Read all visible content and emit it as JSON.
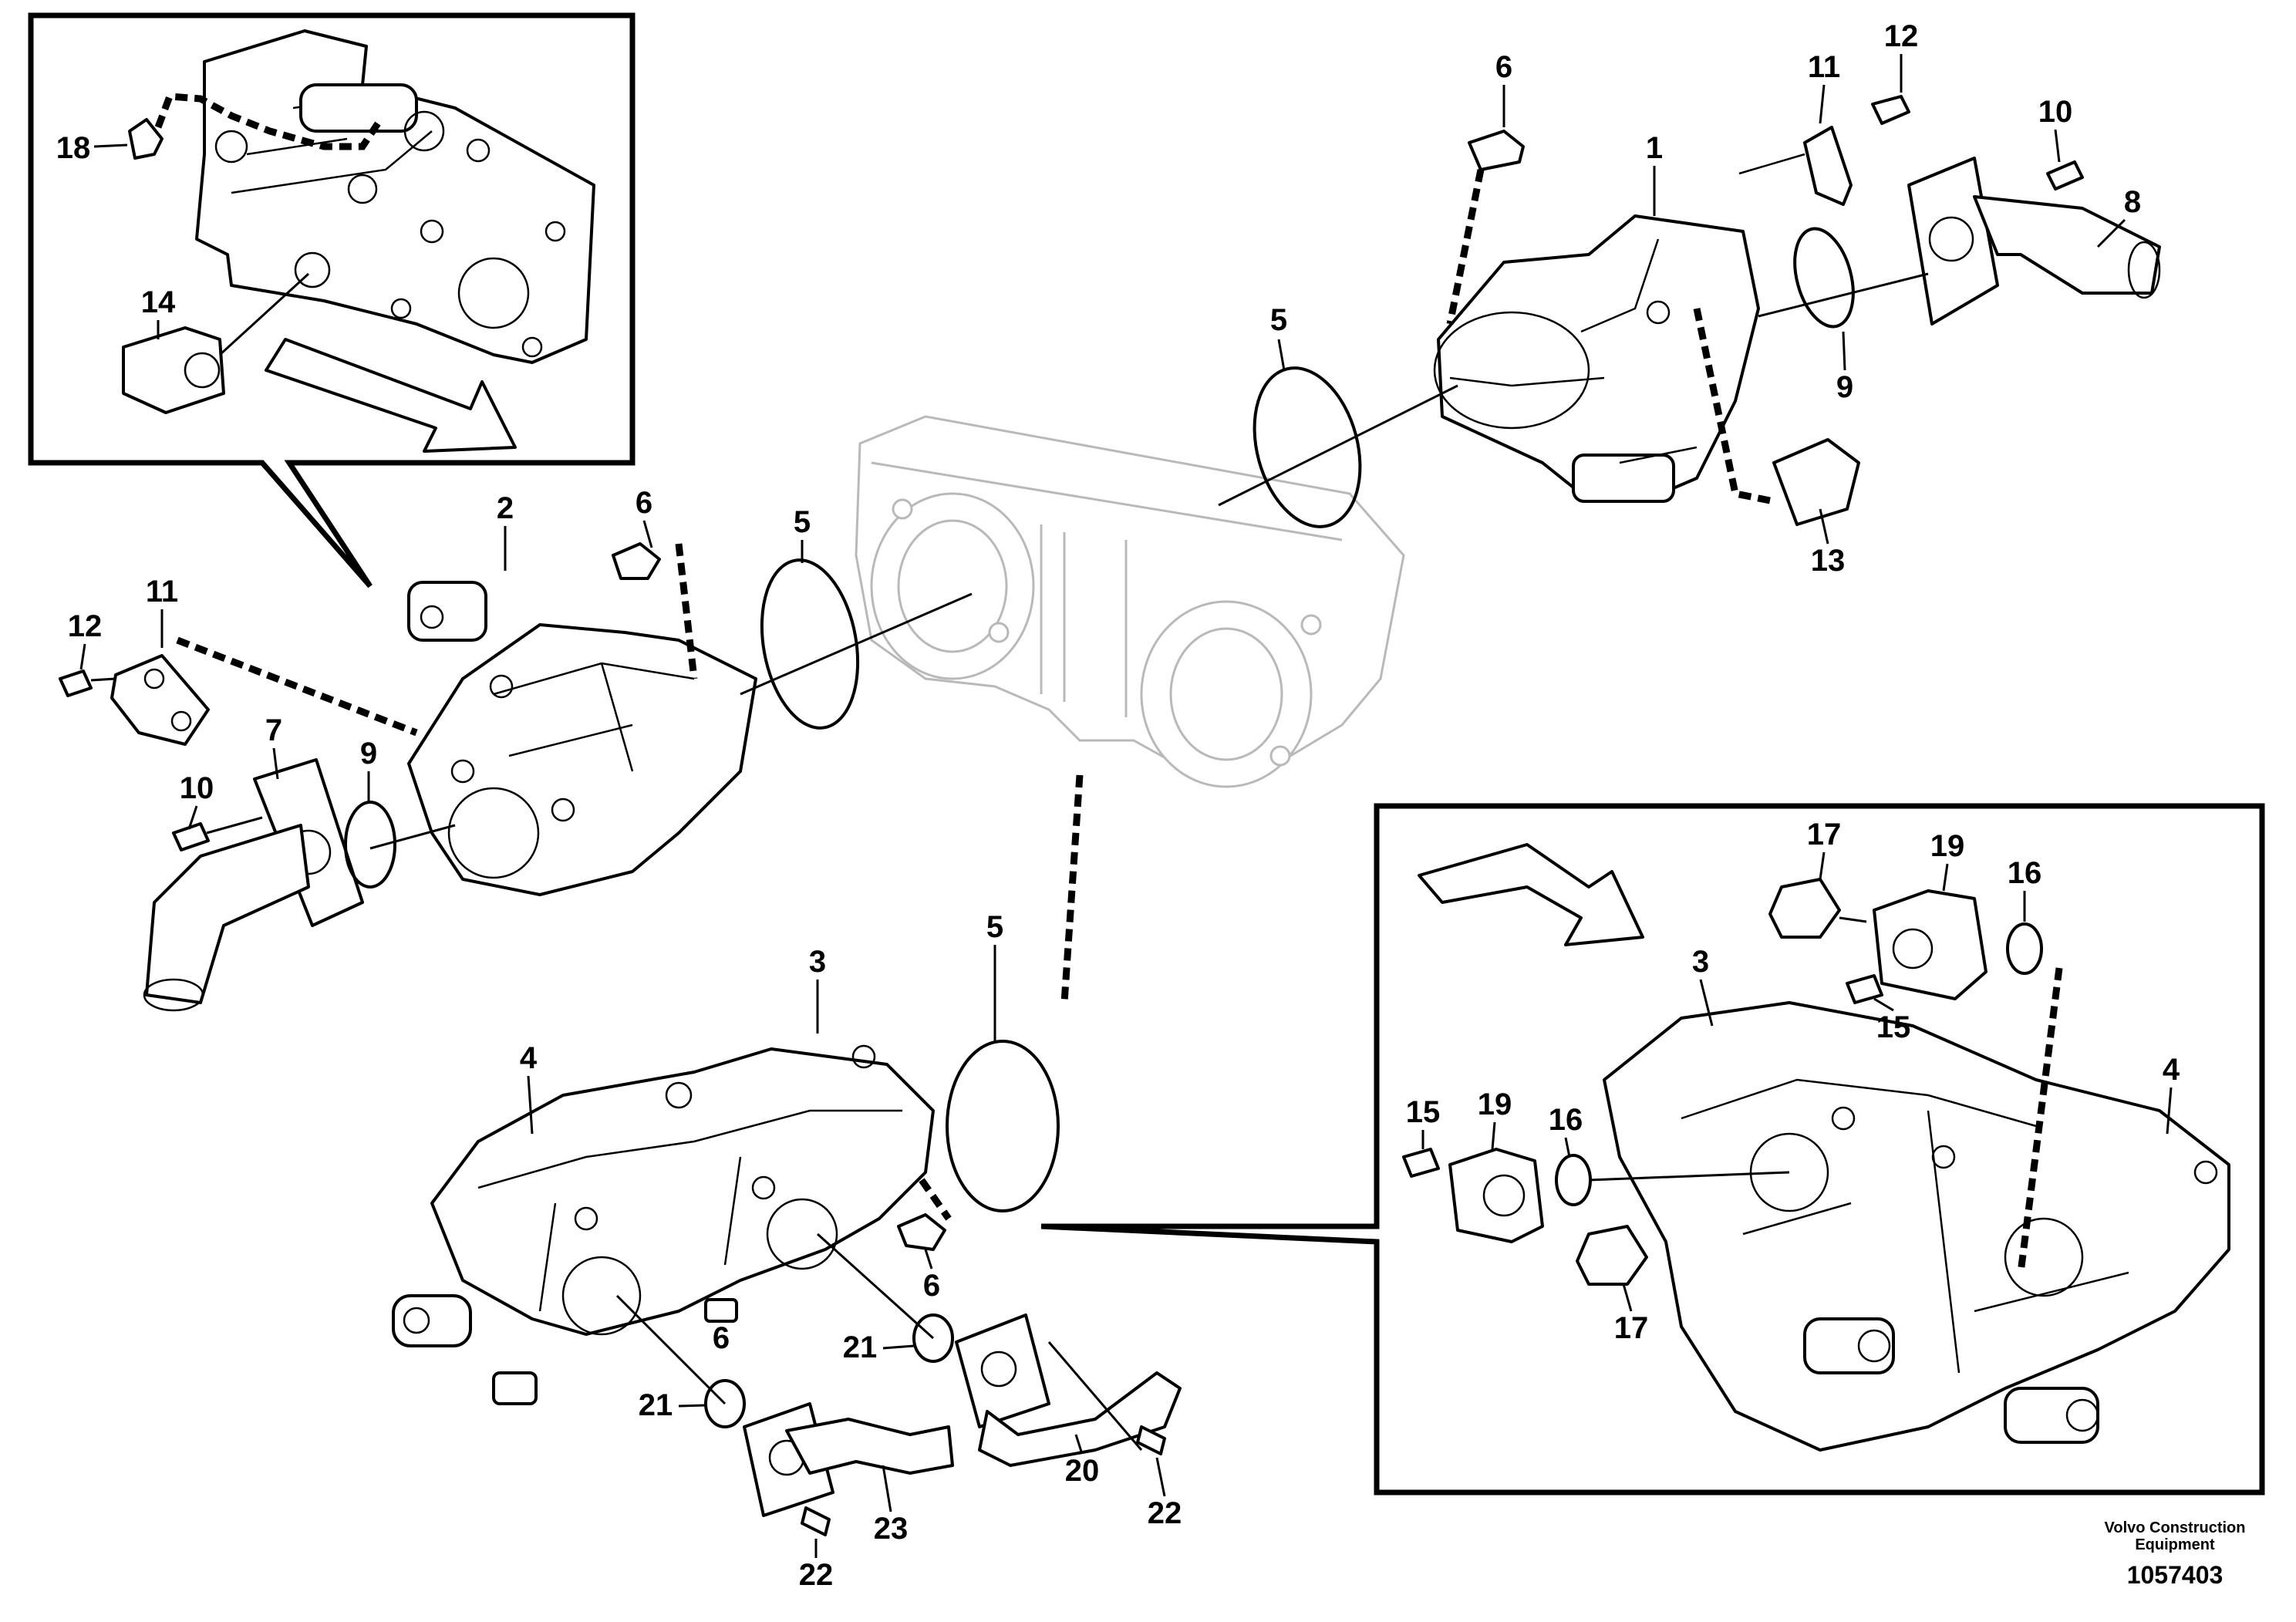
{
  "labels": {
    "l1": "1",
    "l2": "2",
    "l3a": "3",
    "l3b": "3",
    "l4a": "4",
    "l4b": "4",
    "l5a": "5",
    "l5b": "5",
    "l5c": "5",
    "l6a": "6",
    "l6b": "6",
    "l6c": "6",
    "l6d": "6",
    "l7": "7",
    "l8": "8",
    "l9a": "9",
    "l9b": "9",
    "l10a": "10",
    "l10b": "10",
    "l11a": "11",
    "l11b": "11",
    "l12a": "12",
    "l12b": "12",
    "l13": "13",
    "l14": "14",
    "l15a": "15",
    "l15b": "15",
    "l16a": "16",
    "l16b": "16",
    "l17a": "17",
    "l17b": "17",
    "l18": "18",
    "l19a": "19",
    "l19b": "19",
    "l20": "20",
    "l21a": "21",
    "l21b": "21",
    "l22a": "22",
    "l22b": "22",
    "l23": "23"
  },
  "footer": {
    "brand_line1": "Volvo Construction",
    "brand_line2": "Equipment",
    "drawing_number": "1057403"
  }
}
